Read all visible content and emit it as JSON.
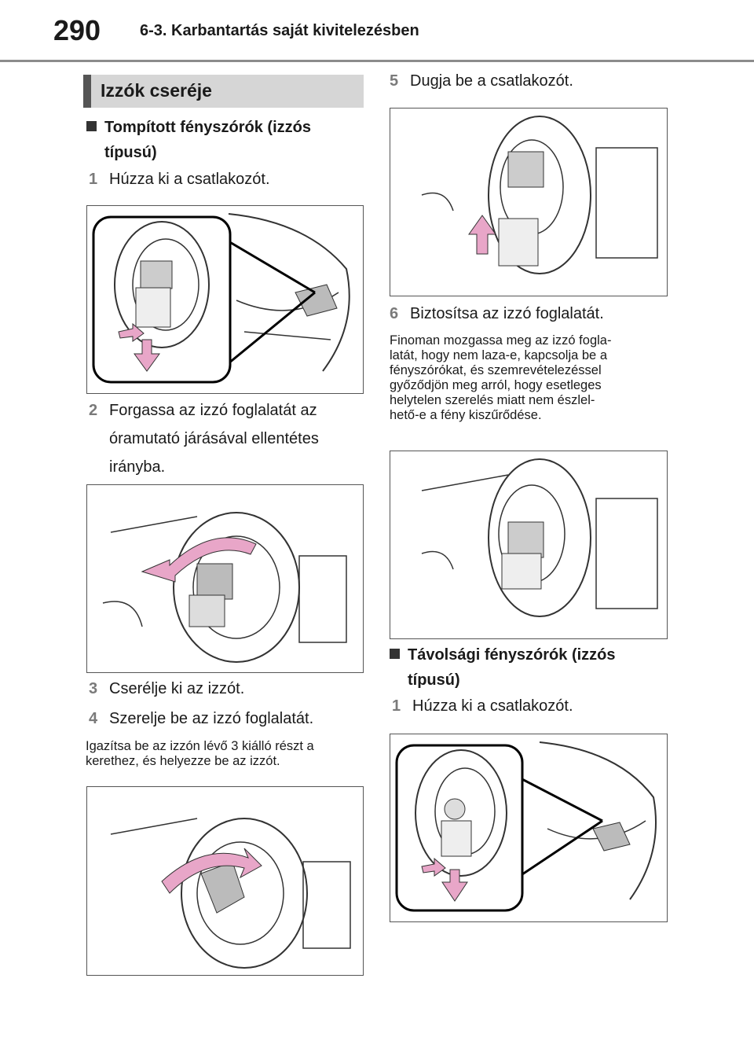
{
  "header": {
    "page_number": "290",
    "chapter": "6-3. Karbantartás saját kivitelezésben"
  },
  "section_title": "Izzók cseréje",
  "left": {
    "subhead": [
      "Tompított fényszórók (izzós",
      "típusú)"
    ],
    "step1": {
      "num": "1",
      "text": "Húzza ki a csatlakozót."
    },
    "step2": {
      "num": "2",
      "lines": [
        "Forgassa az izzó foglalatát az",
        "óramutató járásával ellentétes",
        "irányba."
      ]
    },
    "step3": {
      "num": "3",
      "text": "Cserélje ki az izzót."
    },
    "step4": {
      "num": "4",
      "text": "Szerelje be az izzó foglalatát."
    },
    "note": [
      "Igazítsa be az izzón lévő 3 kiálló részt a",
      "kerethez, és helyezze be az izzót."
    ]
  },
  "right": {
    "step5": {
      "num": "5",
      "text": "Dugja be a csatlakozót."
    },
    "step6": {
      "num": "6",
      "text": "Biztosítsa az izzó foglalatát."
    },
    "note": [
      "Finoman mozgassa meg az izzó fogla-",
      "latát, hogy nem laza-e, kapcsolja be a",
      "fényszórókat, és szemrevételezéssel",
      "győződjön meg arról, hogy esetleges",
      "helytelen szerelés miatt nem észlel-",
      "hető-e a fény kiszűrődése."
    ],
    "subhead": [
      "Távolsági fényszórók (izzós",
      "típusú)"
    ],
    "step1": {
      "num": "1",
      "text": "Húzza ki a csatlakozót."
    }
  },
  "colors": {
    "arrow_fill": "#e8a6c8",
    "rule": "#8c8c8c",
    "section_bg": "#d6d6d6"
  }
}
